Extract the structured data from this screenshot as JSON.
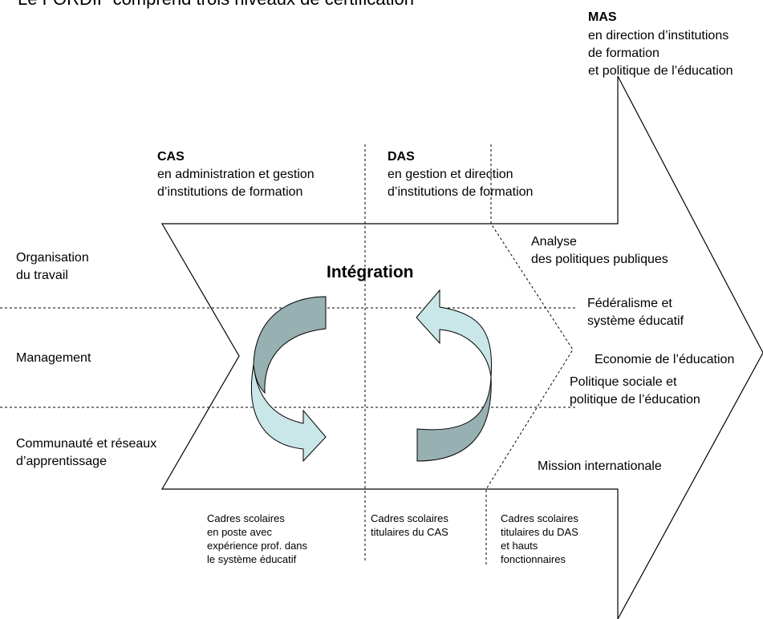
{
  "title": "Le FORDIF comprend trois niveaux de certification",
  "levels": {
    "mas": {
      "name": "MAS",
      "lines": [
        "en direction d’institutions",
        "de formation",
        "et politique de l’éducation"
      ]
    },
    "cas": {
      "name": "CAS",
      "lines": [
        "en administration et gestion",
        "d’institutions de formation"
      ]
    },
    "das": {
      "name": "DAS",
      "lines": [
        "en gestion et direction",
        "d’institutions de formation"
      ]
    }
  },
  "left_topics": [
    {
      "lines": [
        "Organisation",
        "du travail"
      ]
    },
    {
      "lines": [
        "Management"
      ]
    },
    {
      "lines": [
        "Communauté et réseaux",
        "d’apprentissage"
      ]
    }
  ],
  "center_label": "Intégration",
  "mas_topics": [
    {
      "lines": [
        "Analyse",
        "des politiques publiques"
      ]
    },
    {
      "lines": [
        "Fédéralisme et",
        "système éducatif"
      ]
    },
    {
      "lines": [
        "Economie de l’éducation"
      ]
    },
    {
      "lines": [
        "Politique sociale et",
        "politique de l’éducation"
      ]
    },
    {
      "lines": [
        "Mission internationale"
      ]
    }
  ],
  "audiences": [
    {
      "lines": [
        "Cadres scolaires",
        "en poste avec",
        "expérience prof. dans",
        "le système éducatif"
      ]
    },
    {
      "lines": [
        "Cadres scolaires",
        "titulaires du CAS"
      ]
    },
    {
      "lines": [
        "Cadres scolaires",
        "titulaires du DAS",
        "et hauts",
        "fonctionnaires"
      ]
    }
  ],
  "colors": {
    "arrow_dark": "#97b0b2",
    "arrow_light": "#c9e6e8",
    "line": "#000000"
  }
}
